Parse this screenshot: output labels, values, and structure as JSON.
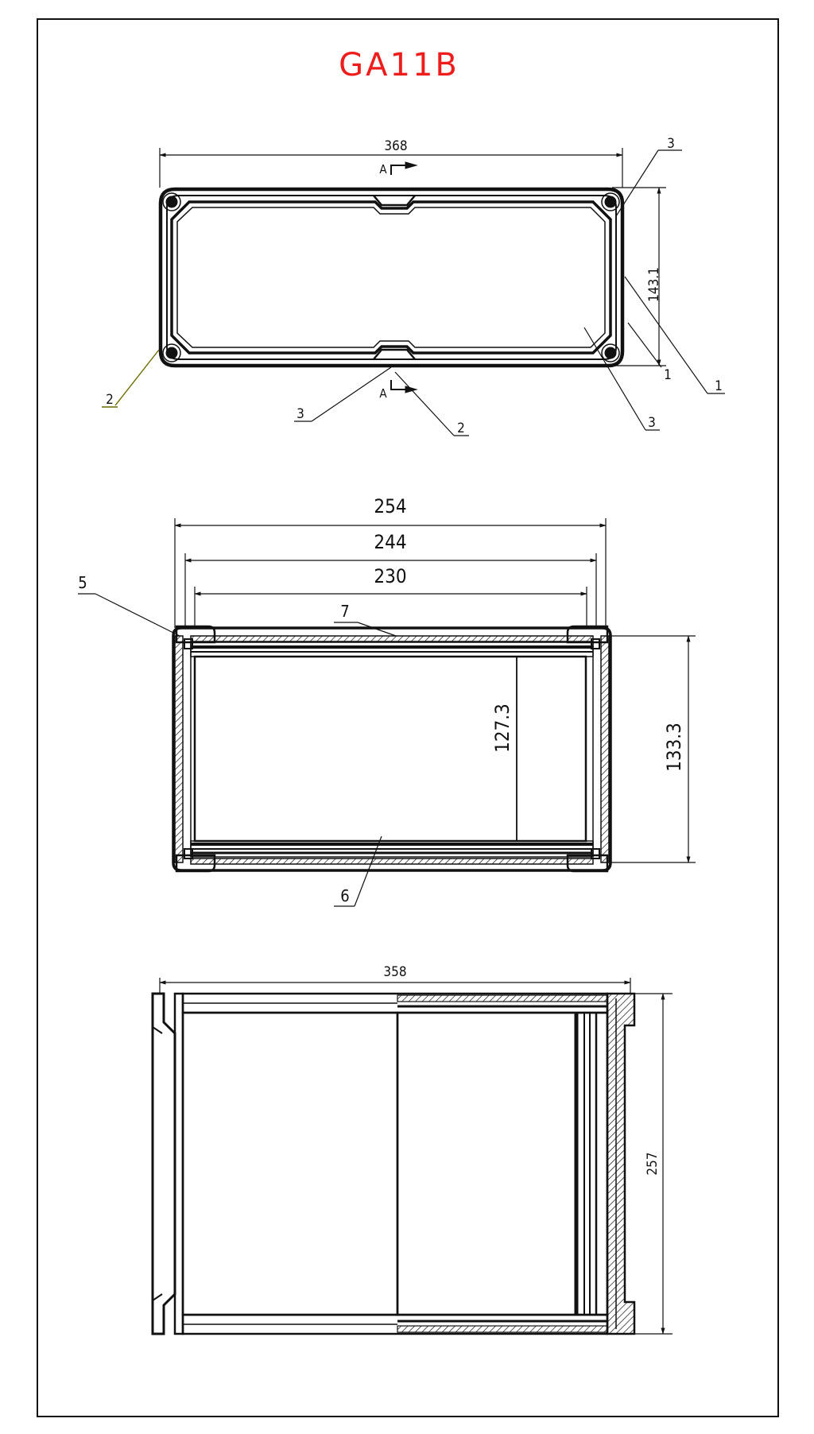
{
  "title": "GA11B",
  "colors": {
    "title": "#ef1c1c",
    "line": "#111111",
    "leader_alt": "#6b6b00"
  },
  "top_view": {
    "dim_width": "368",
    "dim_height": "143.1",
    "section_mark_top": "A",
    "section_mark_bottom": "A",
    "callouts": [
      "3",
      "1",
      "1",
      "3",
      "2",
      "3",
      "2"
    ]
  },
  "front_view": {
    "dim_outer": "254",
    "dim_middle": "244",
    "dim_inner": "230",
    "dim_inner_height": "127.3",
    "dim_outer_height": "133.3",
    "callouts": [
      "5",
      "7",
      "6"
    ]
  },
  "side_view": {
    "dim_length": "358",
    "dim_height": "257"
  }
}
